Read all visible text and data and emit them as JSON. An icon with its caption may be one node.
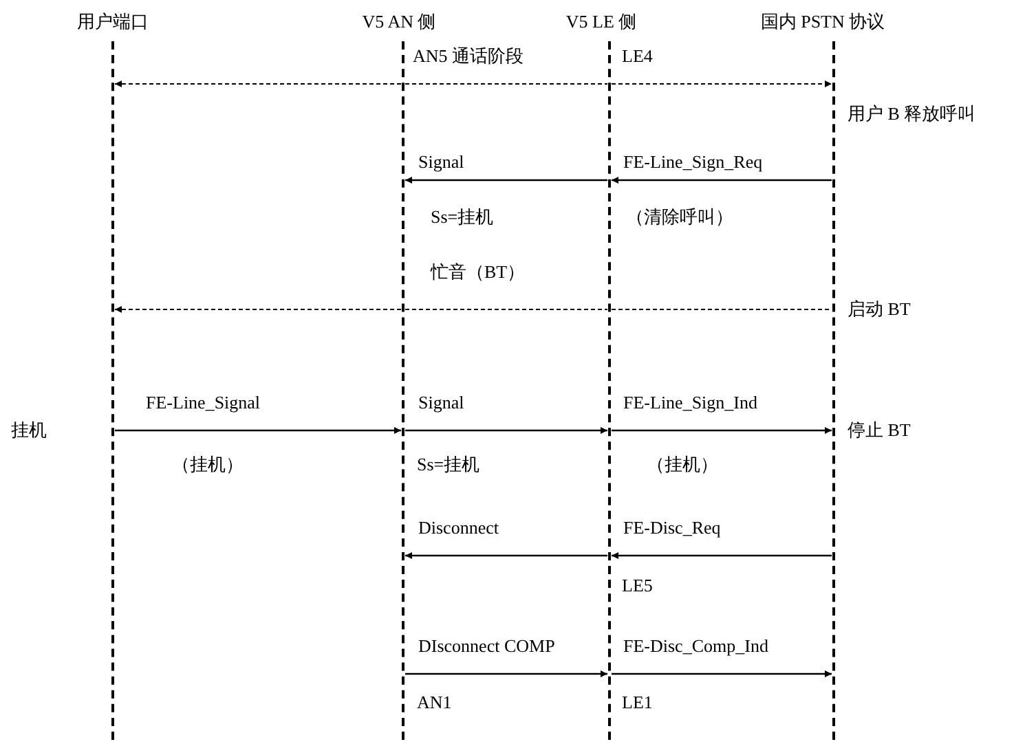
{
  "diagram": {
    "nodes": [
      {
        "text": [],
        "shape": "line",
        "beside": [
          "用户端口"
        ]
      },
      {
        "text": [],
        "shape": "line",
        "beside": [
          "V5 AN 侧"
        ]
      },
      {
        "text": [],
        "shape": "line",
        "beside": [
          "V5 LE 侧"
        ]
      },
      {
        "text": [],
        "shape": "line",
        "beside": [
          "国内 PSTN 协议"
        ]
      }
    ],
    "edges": [
      {
        "from": 1,
        "to": 0,
        "arrow": "to",
        "style": "dashed"
      },
      {
        "from": 1,
        "to": 2,
        "arrow": "none",
        "style": "dashed"
      },
      {
        "from": 2,
        "to": 3,
        "arrow": "to",
        "style": "dashed"
      },
      {
        "from": 2,
        "to": 1,
        "arrow": "to",
        "label": "Signal"
      },
      {
        "from": 3,
        "to": 2,
        "arrow": "to",
        "label": "FE-Line_Sign_Req"
      },
      {
        "from": 1,
        "to": 0,
        "arrow": "to",
        "style": "dashed"
      },
      {
        "from": 1,
        "to": 2,
        "arrow": "none",
        "style": "dashed",
        "label": "忙音（BT）"
      },
      {
        "from": 2,
        "to": 3,
        "arrow": "none",
        "style": "dashed"
      },
      {
        "from": 0,
        "to": 1,
        "arrow": "to",
        "label": "FE-Line_Signal"
      },
      {
        "from": 1,
        "to": 2,
        "arrow": "to",
        "label": "Signal"
      },
      {
        "from": 2,
        "to": 3,
        "arrow": "to",
        "label": "FE-Line_Sign_Ind"
      },
      {
        "from": 2,
        "to": 1,
        "arrow": "to",
        "label": "Disconnect"
      },
      {
        "from": 3,
        "to": 2,
        "arrow": "to",
        "label": "FE-Disc_Req"
      },
      {
        "from": 1,
        "to": 2,
        "arrow": "to",
        "label": "DIsconnect COMP"
      },
      {
        "from": 2,
        "to": 3,
        "arrow": "to",
        "label": "FE-Disc_Comp_Ind"
      }
    ],
    "labels": [
      "AN5 通话阶段",
      "LE4",
      "用户 B 释放呼叫",
      "Ss=挂机",
      "（清除呼叫）",
      "启动 BT",
      "挂机",
      "停止 BT",
      "（挂机）",
      "Ss=挂机",
      "（挂机）",
      "LE5",
      "AN1",
      "LE1"
    ]
  }
}
